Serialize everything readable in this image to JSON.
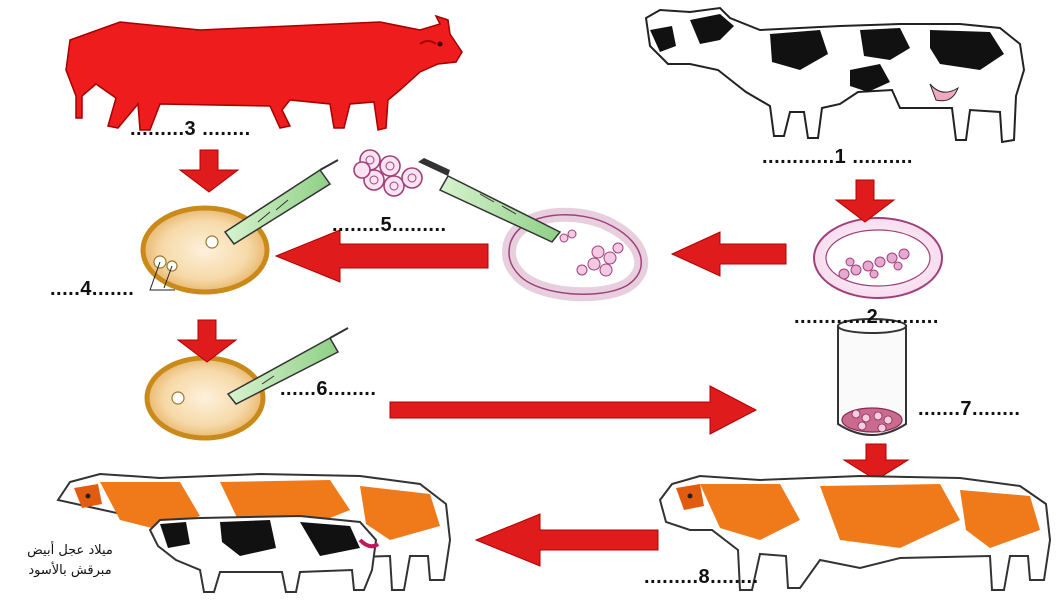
{
  "labels": {
    "l1": "............1 ..........",
    "l2": "............2..........",
    "l3": ".........3 ........",
    "l4": ".....4.......",
    "l5": "........5.........",
    "l6": "......6........",
    "l7": ".......7........",
    "l8": ".........8........"
  },
  "caption": {
    "line1": "ميلاد عجل أبيض",
    "line2": "مبرقش بالأسود"
  },
  "colors": {
    "red_cow": "#ee1c1c",
    "arrow": "#e01b1b",
    "cell_outline": "#a0407a",
    "egg_fill": "#f6d9a8",
    "egg_ring": "#c98a1a",
    "orange_cow": "#f07a1a",
    "pipette": "#a8e0a0"
  }
}
